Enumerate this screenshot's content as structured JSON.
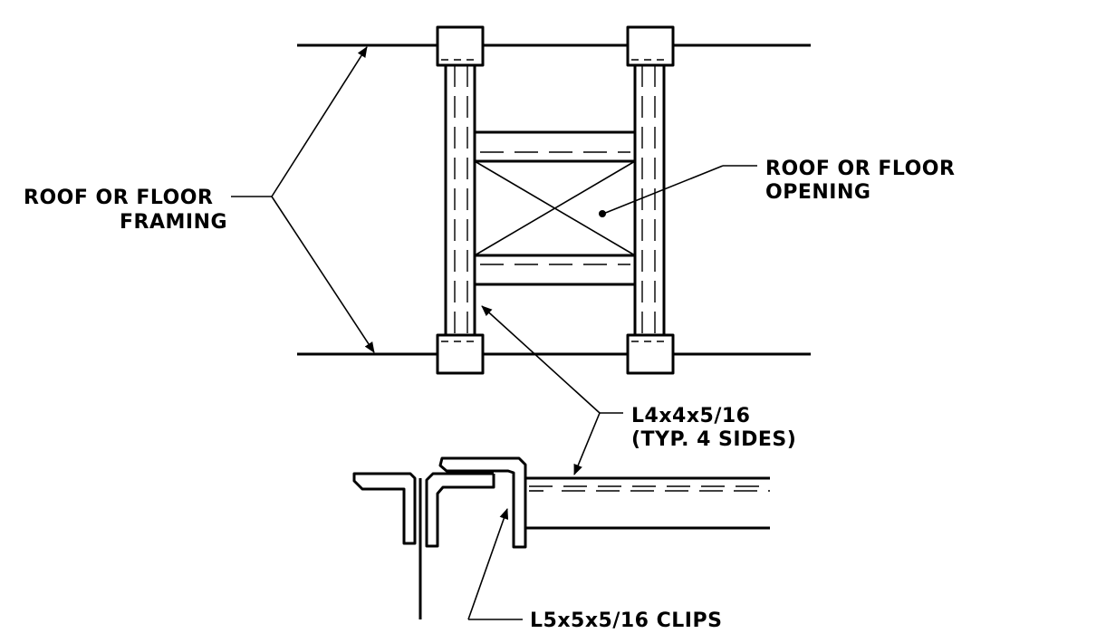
{
  "labels": {
    "framing_line1": "ROOF OR FLOOR",
    "framing_line2": "FRAMING",
    "opening_line1": "ROOF OR FLOOR",
    "opening_line2": "OPENING",
    "angle_line1": "L4x4x5/16",
    "angle_line2": "(TYP. 4 SIDES)",
    "clips": "L5x5x5/16 CLIPS"
  }
}
